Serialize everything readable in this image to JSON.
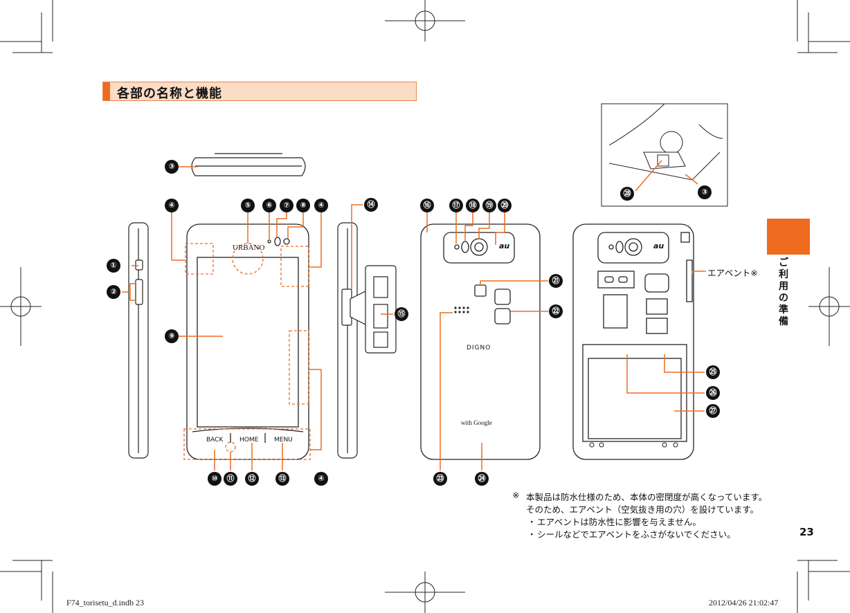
{
  "section_title": "各部の名称と機能",
  "side_tab": "ご利用の準備",
  "page_number": "23",
  "callouts": [
    "①",
    "②",
    "③",
    "④",
    "⑤",
    "⑥",
    "⑦",
    "⑧",
    "⑨",
    "⑩",
    "⑪",
    "⑫",
    "⑬",
    "⑭",
    "⑮",
    "⑯",
    "⑰",
    "⑱",
    "⑲",
    "⑳",
    "㉑",
    "㉒",
    "㉓",
    "㉔",
    "㉕",
    "㉖",
    "㉗",
    "㉘"
  ],
  "air_vent_label": "エアベント※",
  "phone_text": {
    "brand_top": "URBANO",
    "back": "BACK",
    "home": "HOME",
    "menu": "MENU",
    "carrier": "au",
    "back_brand": "DIGNO",
    "google": "with Google"
  },
  "notes": {
    "mark": "※",
    "line1": "本製品は防水仕様のため、本体の密閉度が高くなっています。",
    "line2": "そのため、エアベント（空気抜き用の穴）を設けています。",
    "bullet": "・",
    "item1": "エアベントは防水性に影響を与えません。",
    "item2": "シールなどでエアベントをふさがないでください。"
  },
  "footer": {
    "file": "F74_torisetu_d.indb   23",
    "date": "2012/04/26   21:02:47"
  },
  "colors": {
    "accent": "#ef6b1f",
    "title_bg": "#fbdcc6"
  }
}
